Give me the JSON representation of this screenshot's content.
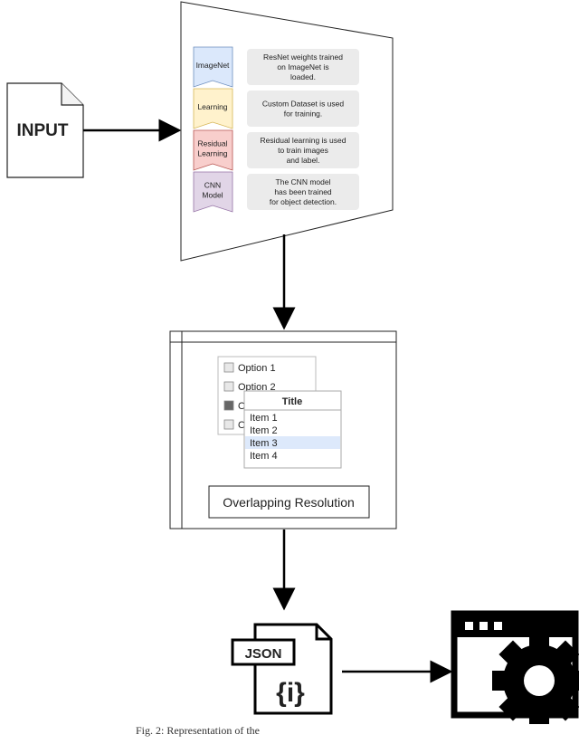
{
  "input": {
    "label": "INPUT"
  },
  "steps": [
    {
      "chevron_label": [
        "ImageNet"
      ],
      "description": [
        "ResNet weights trained",
        "on ImageNet is",
        "loaded."
      ],
      "fill": "#dbe8fb",
      "stroke": "#6c8ebf"
    },
    {
      "chevron_label": [
        "Learning"
      ],
      "description": [
        "Custom Dataset is used",
        "for training."
      ],
      "fill": "#fff2cc",
      "stroke": "#d6b656"
    },
    {
      "chevron_label": [
        "Residual",
        "Learning"
      ],
      "description": [
        "Residual learning is used",
        "to train images",
        "and label."
      ],
      "fill": "#f8cecc",
      "stroke": "#b85450"
    },
    {
      "chevron_label": [
        "CNN",
        "Model"
      ],
      "description": [
        "The CNN model",
        "has been trained",
        "for object detection."
      ],
      "fill": "#e1d5e7",
      "stroke": "#9673a6"
    }
  ],
  "checklist": {
    "options": [
      "Option 1",
      "Option 2",
      "Option 3",
      "Option 4"
    ],
    "checked_index": 2
  },
  "popup": {
    "title": "Title",
    "items": [
      "Item 1",
      "Item 2",
      "Item 3",
      "Item 4"
    ],
    "selected_index": 2
  },
  "resolution_button": {
    "label": "Overlapping Resolution"
  },
  "json_file": {
    "label": "JSON",
    "glyph": "{i}"
  },
  "app_icon": "settings-window-icon",
  "caption": "Fig. 2: Representation of the"
}
